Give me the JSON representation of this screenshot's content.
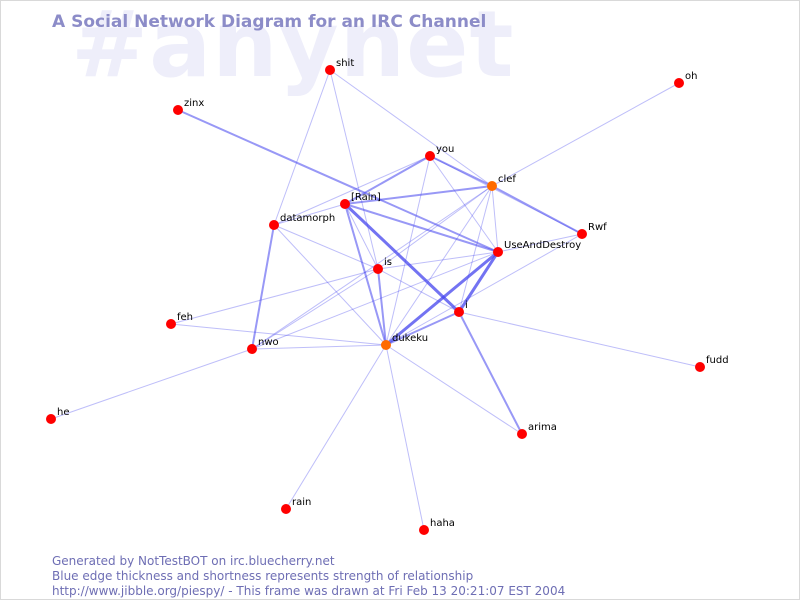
{
  "watermark": "#anynet",
  "title": "A Social Network Diagram for an IRC Channel",
  "footer": {
    "line1": "Generated by NotTestBOT on irc.bluecherry.net",
    "line2": "Blue edge thickness and shortness represents strength of relationship",
    "line3": "http://www.jibble.org/piespy/ - This frame was drawn at Fri Feb 13 20:21:07 EST 2004"
  },
  "colors": {
    "node": "#ff0000",
    "node_recent": "#ff6a00",
    "edge": "#4444ee",
    "title": "#8c8cc8",
    "watermark": "#eeeefa"
  },
  "nodes": [
    {
      "id": "shit",
      "label": "shit"
    },
    {
      "id": "oh",
      "label": "oh"
    },
    {
      "id": "zinx",
      "label": "zinx"
    },
    {
      "id": "you",
      "label": "you"
    },
    {
      "id": "clef",
      "label": "clef",
      "recent": true
    },
    {
      "id": "rain",
      "label": "[Rain]"
    },
    {
      "id": "datamorph",
      "label": "datamorph"
    },
    {
      "id": "rwf",
      "label": "Rwf"
    },
    {
      "id": "useanddestroy",
      "label": "UseAndDestroy"
    },
    {
      "id": "is",
      "label": "is"
    },
    {
      "id": "i",
      "label": "i"
    },
    {
      "id": "feh",
      "label": "feh"
    },
    {
      "id": "dukeku",
      "label": "dukeku",
      "recent": true
    },
    {
      "id": "nwo",
      "label": "nwo"
    },
    {
      "id": "fudd",
      "label": "fudd"
    },
    {
      "id": "he",
      "label": "he"
    },
    {
      "id": "arima",
      "label": "arima"
    },
    {
      "id": "rain2",
      "label": "rain"
    },
    {
      "id": "haha",
      "label": "haha"
    }
  ],
  "edges": [
    {
      "from": "shit",
      "to": "clef",
      "strength": 1
    },
    {
      "from": "shit",
      "to": "datamorph",
      "strength": 1
    },
    {
      "from": "shit",
      "to": "is",
      "strength": 1
    },
    {
      "from": "oh",
      "to": "clef",
      "strength": 1
    },
    {
      "from": "zinx",
      "to": "useanddestroy",
      "strength": 2
    },
    {
      "from": "you",
      "to": "rain",
      "strength": 2
    },
    {
      "from": "you",
      "to": "clef",
      "strength": 2
    },
    {
      "from": "you",
      "to": "datamorph",
      "strength": 1
    },
    {
      "from": "you",
      "to": "useanddestroy",
      "strength": 1
    },
    {
      "from": "you",
      "to": "dukeku",
      "strength": 1
    },
    {
      "from": "you",
      "to": "rwf",
      "strength": 1
    },
    {
      "from": "clef",
      "to": "rain",
      "strength": 2
    },
    {
      "from": "clef",
      "to": "rwf",
      "strength": 2
    },
    {
      "from": "clef",
      "to": "useanddestroy",
      "strength": 1
    },
    {
      "from": "clef",
      "to": "i",
      "strength": 1
    },
    {
      "from": "clef",
      "to": "is",
      "strength": 1
    },
    {
      "from": "clef",
      "to": "dukeku",
      "strength": 1
    },
    {
      "from": "clef",
      "to": "nwo",
      "strength": 1
    },
    {
      "from": "rain",
      "to": "useanddestroy",
      "strength": 2
    },
    {
      "from": "rain",
      "to": "i",
      "strength": 3
    },
    {
      "from": "rain",
      "to": "is",
      "strength": 1
    },
    {
      "from": "rain",
      "to": "dukeku",
      "strength": 2
    },
    {
      "from": "rain",
      "to": "datamorph",
      "strength": 1
    },
    {
      "from": "datamorph",
      "to": "nwo",
      "strength": 2
    },
    {
      "from": "datamorph",
      "to": "dukeku",
      "strength": 1
    },
    {
      "from": "datamorph",
      "to": "is",
      "strength": 1
    },
    {
      "from": "rwf",
      "to": "useanddestroy",
      "strength": 1
    },
    {
      "from": "rwf",
      "to": "dukeku",
      "strength": 1
    },
    {
      "from": "useanddestroy",
      "to": "i",
      "strength": 3
    },
    {
      "from": "useanddestroy",
      "to": "dukeku",
      "strength": 3
    },
    {
      "from": "useanddestroy",
      "to": "is",
      "strength": 1
    },
    {
      "from": "useanddestroy",
      "to": "nwo",
      "strength": 1
    },
    {
      "from": "is",
      "to": "dukeku",
      "strength": 2
    },
    {
      "from": "is",
      "to": "i",
      "strength": 1
    },
    {
      "from": "is",
      "to": "feh",
      "strength": 1
    },
    {
      "from": "is",
      "to": "nwo",
      "strength": 1
    },
    {
      "from": "i",
      "to": "dukeku",
      "strength": 2
    },
    {
      "from": "i",
      "to": "fudd",
      "strength": 1
    },
    {
      "from": "i",
      "to": "arima",
      "strength": 2
    },
    {
      "from": "feh",
      "to": "dukeku",
      "strength": 1
    },
    {
      "from": "dukeku",
      "to": "nwo",
      "strength": 1
    },
    {
      "from": "dukeku",
      "to": "arima",
      "strength": 1
    },
    {
      "from": "dukeku",
      "to": "rain2",
      "strength": 1
    },
    {
      "from": "dukeku",
      "to": "haha",
      "strength": 1
    },
    {
      "from": "nwo",
      "to": "he",
      "strength": 1
    }
  ]
}
